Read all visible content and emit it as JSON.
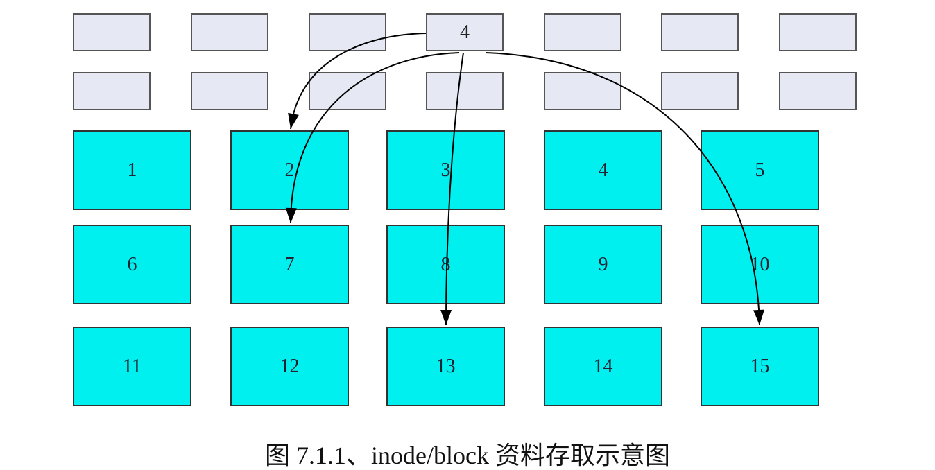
{
  "inodes": [
    {
      "label": ""
    },
    {
      "label": ""
    },
    {
      "label": ""
    },
    {
      "label": "4"
    },
    {
      "label": ""
    },
    {
      "label": ""
    },
    {
      "label": ""
    },
    {
      "label": ""
    },
    {
      "label": ""
    },
    {
      "label": ""
    },
    {
      "label": ""
    },
    {
      "label": ""
    },
    {
      "label": ""
    },
    {
      "label": ""
    }
  ],
  "blocks": [
    "1",
    "2",
    "3",
    "4",
    "5",
    "6",
    "7",
    "8",
    "9",
    "10",
    "11",
    "12",
    "13",
    "14",
    "15"
  ],
  "pointers": {
    "from_inode": "4",
    "to_blocks": [
      "2",
      "7",
      "13",
      "15"
    ]
  },
  "caption": "图 7.1.1、inode/block  资料存取示意图",
  "colors": {
    "inode_fill": "#e6e9f3",
    "block_fill": "#00f0f0"
  }
}
